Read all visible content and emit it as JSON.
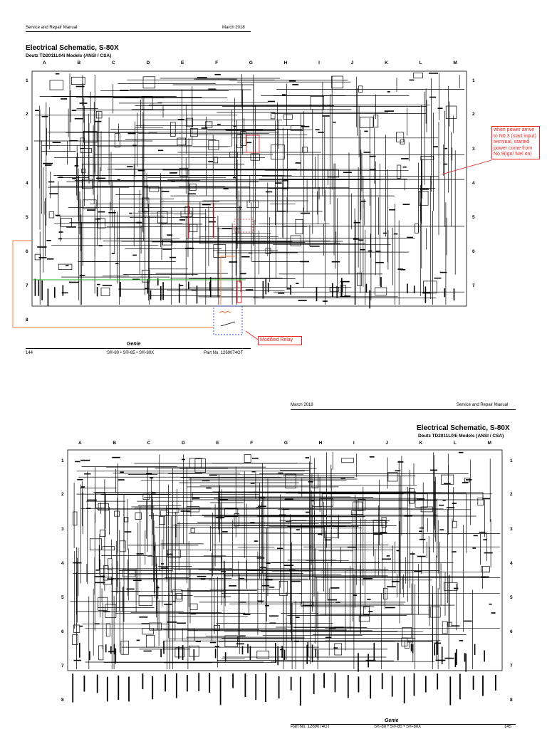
{
  "page1": {
    "header_left": "Service and Repair Manual",
    "header_right": "March 2018",
    "title": "Electrical Schematic, S-80X",
    "subtitle": "Deutz TD2011L04i Models (ANSI / CSA)",
    "columns": [
      "A",
      "B",
      "C",
      "D",
      "E",
      "F",
      "G",
      "H",
      "I",
      "J",
      "K",
      "L",
      "M"
    ],
    "rows": [
      "1",
      "2",
      "3",
      "4",
      "5",
      "6",
      "7",
      "8"
    ],
    "annotation_note": "when power arrive to N0.3 (start input) terminal, started power come from No.9(ign/ fuel on)",
    "annotation_relay": "Modified Relay",
    "footer_page": "144",
    "footer_brand": "Genie",
    "footer_models": "S®-80 • S®-85 • S®-80X",
    "footer_part": "Part No. 1269074GT"
  },
  "page2": {
    "header_left": "March 2018",
    "header_right": "Service and Repair Manual",
    "title": "Electrical Schematic, S-80X",
    "subtitle": "Deutz TD2011L04i Models (ANSI / CSA)",
    "columns": [
      "A",
      "B",
      "C",
      "D",
      "E",
      "F",
      "G",
      "H",
      "I",
      "J",
      "K",
      "L",
      "M"
    ],
    "rows": [
      "1",
      "2",
      "3",
      "4",
      "5",
      "6",
      "7",
      "8"
    ],
    "footer_part": "Part No. 1269074GT",
    "footer_brand": "Genie",
    "footer_models": "S®-80 • S®-85 • S®-80X",
    "footer_page": "145"
  },
  "colors": {
    "annotation_red": "#e22222",
    "annotation_blue": "#2233dd",
    "annotation_green": "#22aa22",
    "annotation_orange": "#ee7733"
  }
}
